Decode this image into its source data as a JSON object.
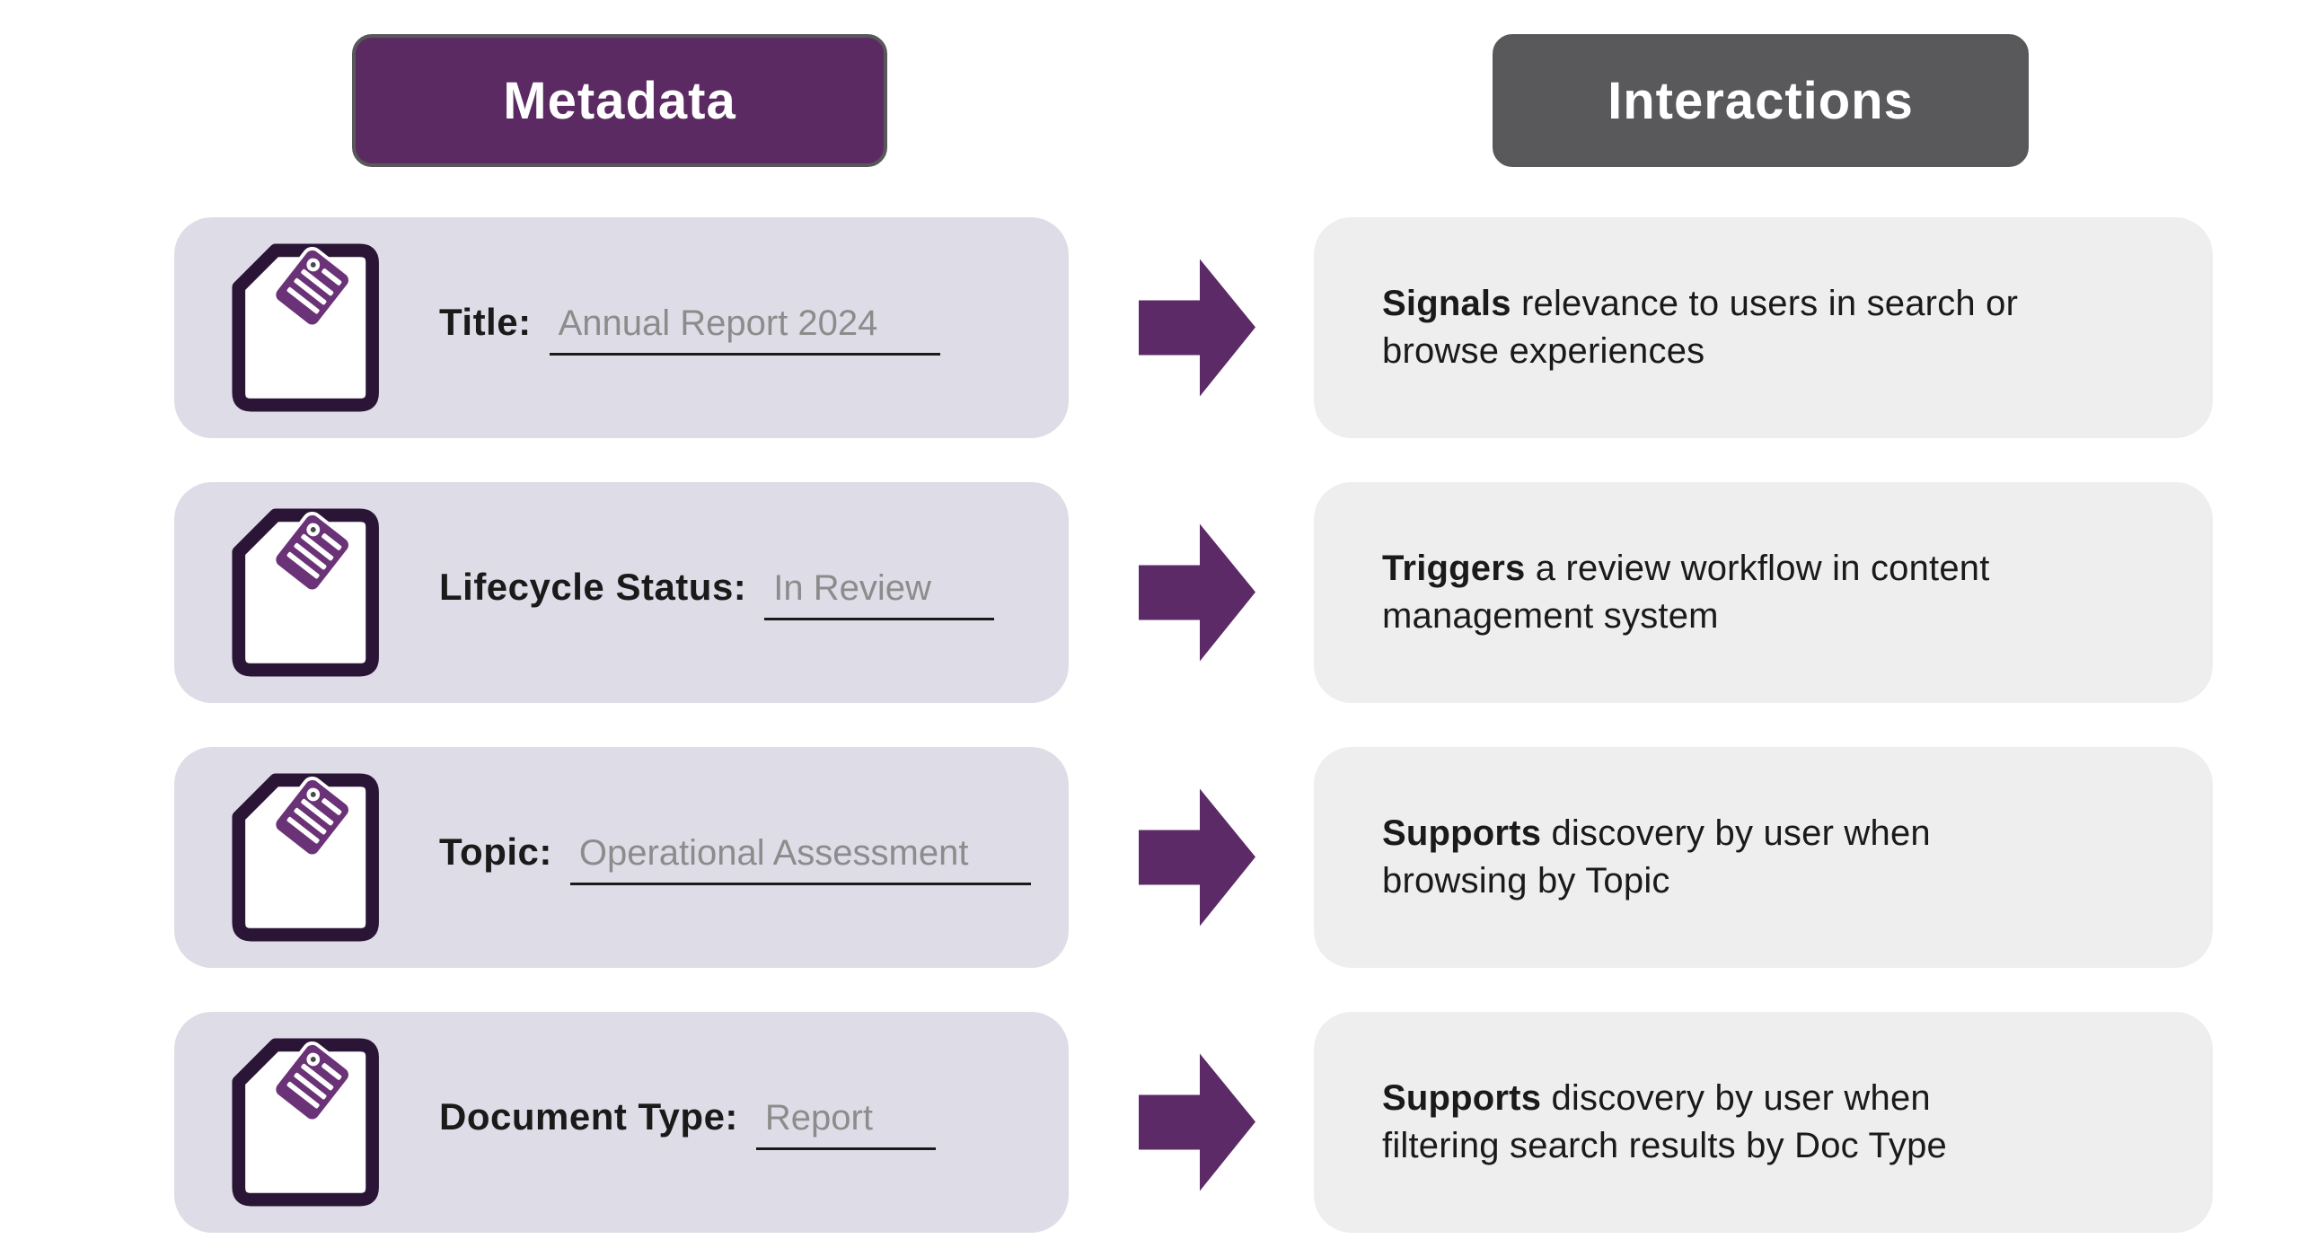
{
  "header": {
    "metadata_label": "Metadata",
    "interactions_label": "Interactions"
  },
  "colors": {
    "badge_purple": "#5c2a63",
    "badge_gray": "#59585b",
    "accent_purple": "#5c2a66",
    "tag_purple": "#6b3377",
    "doc_outline": "#2b1537",
    "left_card_bg": "#dedde7",
    "right_card_bg": "#eeeeef",
    "value_gray": "#8c8c8c",
    "text_dark": "#1a1a1a"
  },
  "rows": [
    {
      "icon": "document-tag-icon",
      "label": "Title:",
      "value": "Annual Report 2024",
      "interaction_bold": "Signals",
      "interaction_rest": " relevance to users in search or\nbrowse experiences"
    },
    {
      "icon": "document-tag-icon",
      "label": "Lifecycle Status:",
      "value": "In Review",
      "interaction_bold": "Triggers",
      "interaction_rest": " a review workflow in content\nmanagement system"
    },
    {
      "icon": "document-tag-icon",
      "label": "Topic:",
      "value": "Operational Assessment",
      "interaction_bold": "Supports",
      "interaction_rest": " discovery by user when\nbrowsing by Topic"
    },
    {
      "icon": "document-tag-icon",
      "label": "Document Type:",
      "value": "Report",
      "interaction_bold": "Supports",
      "interaction_rest": " discovery by user when\nfiltering search results by Doc Type"
    }
  ]
}
